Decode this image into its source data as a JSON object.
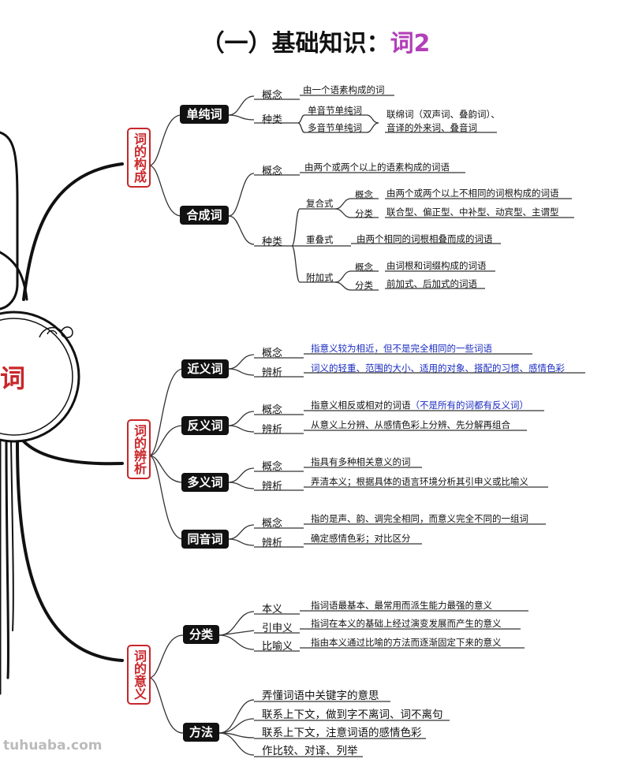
{
  "title": {
    "main": "（一）基础知识：",
    "accent": "词2"
  },
  "center": "词",
  "watermark": "tuhuaba.com",
  "groups": {
    "gouCheng": "词的构成",
    "bianXi": "词的辨析",
    "yiYi": "词的意义"
  },
  "nodes": {
    "danChunCi": "单纯词",
    "heChengCi": "合成词",
    "jinYiCi": "近义词",
    "fanYiCi": "反义词",
    "duoYiCi": "多义词",
    "tongYinCi": "同音词",
    "fenLei": "分类",
    "fangFa": "方法"
  },
  "labels": {
    "gainian": "概念",
    "zhonglei": "种类",
    "bianxi": "辨析",
    "danyinjie": "单音节单纯词",
    "duoyinjie": "多音节单纯词",
    "fuheshi": "复合式",
    "chongdieshi": "重叠式",
    "fujiashi": "附加式",
    "fenlei": "分类",
    "benyi": "本义",
    "yinshenyi": "引申义",
    "biyuyi": "比喻义"
  },
  "texts": {
    "danChunConcept": "由一个语素构成的词",
    "danChunKind1": "联绵词（双声词、叠韵词）、",
    "danChunKind2": "音译的外来词、叠音词",
    "heChengConcept": "由两个或两个以上的语素构成的词语",
    "fuheConcept": "由两个或两个以上不相同的词根构成的词语",
    "fuheKinds": "联合型、偏正型、中补型、动宾型、主谓型",
    "chongdie": "由两个相同的词根相叠而成的词语",
    "fujiaConcept": "由词根和词缀构成的词语",
    "fujiaKinds": "前加式、后加式的词语",
    "jinYiConcept": "指意义较为相近，但不是完全相同的一些词语",
    "jinYiBianxi": "词义的轻重、范围的大小、适用的对象、搭配的习惯、感情色彩",
    "fanYiConcept": "指意义相反或相对的词语",
    "fanYiNote": "（不是所有的词都有反义词）",
    "fanYiBianxi": "从意义上分辨、从感情色彩上分辨、先分解再组合",
    "duoYiConcept": "指具有多种相关意义的词",
    "duoYiBianxi": "弄清本义；根据具体的语言环境分析其引申义或比喻义",
    "tongYinConcept": "指的是声、韵、调完全相同，而意义完全不同的一组词",
    "tongYinBianxi": "确定感情色彩；对比区分",
    "benyi": "指词语最基本、最常用而派生能力最强的意义",
    "yinshenyi": "指词在本义的基础上经过演变发展而产生的意义",
    "biyuyi": "指由本义通过比喻的方法而逐渐固定下来的意义",
    "method1": "弄懂词语中关键字的意思",
    "method2": "联系上下文，做到字不离词、词不离句",
    "method3": "联系上下文，注意词语的感情色彩",
    "method4": "作比较、对译、列举"
  },
  "colors": {
    "accent": "#b23fb8",
    "red": "#c9262a",
    "blue": "#1a2bc0",
    "black": "#111111"
  }
}
